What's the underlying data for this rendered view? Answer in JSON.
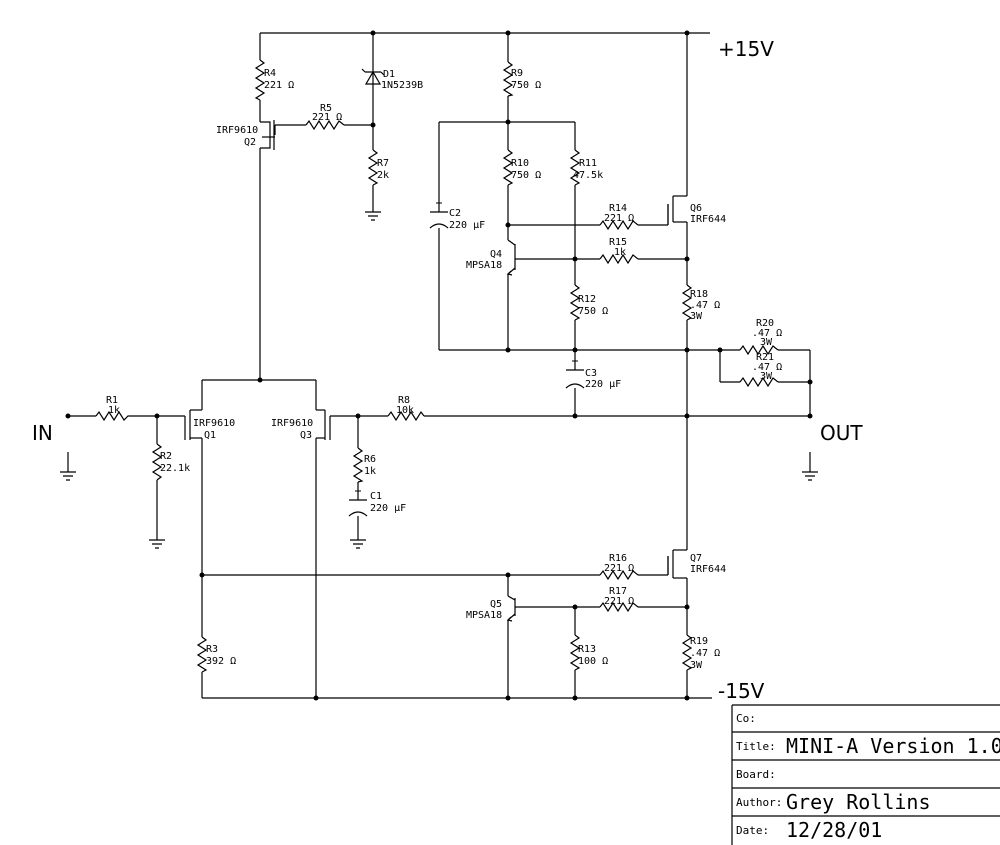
{
  "rails": {
    "positive": "+15V",
    "negative": "-15V"
  },
  "ports": {
    "input": "IN",
    "output": "OUT"
  },
  "components": {
    "R1": {
      "ref": "R1",
      "value": "1k"
    },
    "R2": {
      "ref": "R2",
      "value": "22.1k"
    },
    "R3": {
      "ref": "R3",
      "value": "392 Ω"
    },
    "R4": {
      "ref": "R4",
      "value": "221 Ω"
    },
    "R5": {
      "ref": "R5",
      "value": "221 Ω"
    },
    "R6": {
      "ref": "R6",
      "value": "1k"
    },
    "R7": {
      "ref": "R7",
      "value": "2k"
    },
    "R8": {
      "ref": "R8",
      "value": "10k"
    },
    "R9": {
      "ref": "R9",
      "value": "750 Ω"
    },
    "R10": {
      "ref": "R10",
      "value": "750 Ω"
    },
    "R11": {
      "ref": "R11",
      "value": "47.5k"
    },
    "R12": {
      "ref": "R12",
      "value": "750 Ω"
    },
    "R13": {
      "ref": "R13",
      "value": "100 Ω"
    },
    "R14": {
      "ref": "R14",
      "value": "221 Ω"
    },
    "R15": {
      "ref": "R15",
      "value": "1k"
    },
    "R16": {
      "ref": "R16",
      "value": "221 Ω"
    },
    "R17": {
      "ref": "R17",
      "value": "221 Ω"
    },
    "R18": {
      "ref": "R18",
      "value": ".47 Ω",
      "power": "3W"
    },
    "R19": {
      "ref": "R19",
      "value": ".47 Ω",
      "power": "3W"
    },
    "R20": {
      "ref": "R20",
      "value": ".47 Ω",
      "power": "3W"
    },
    "R21": {
      "ref": "R21",
      "value": ".47 Ω",
      "power": "3W"
    },
    "C1": {
      "ref": "C1",
      "value": "220 μF"
    },
    "C2": {
      "ref": "C2",
      "value": "220 μF"
    },
    "C3": {
      "ref": "C3",
      "value": "220 μF"
    },
    "D1": {
      "ref": "D1",
      "value": "1N5239B"
    },
    "Q1": {
      "ref": "Q1",
      "value": "IRF9610"
    },
    "Q2": {
      "ref": "Q2",
      "value": "IRF9610"
    },
    "Q3": {
      "ref": "Q3",
      "value": "IRF9610"
    },
    "Q4": {
      "ref": "Q4",
      "value": "MPSA18"
    },
    "Q5": {
      "ref": "Q5",
      "value": "MPSA18"
    },
    "Q6": {
      "ref": "Q6",
      "value": "IRF644"
    },
    "Q7": {
      "ref": "Q7",
      "value": "IRF644"
    }
  },
  "title_block": {
    "co_label": "Co:",
    "co_value": "",
    "title_label": "Title:",
    "title_value": "MINI-A Version 1.0",
    "board_label": "Board:",
    "board_value": "",
    "author_label": "Author:",
    "author_value": "Grey Rollins",
    "date_label": "Date:",
    "date_value": "12/28/01"
  }
}
